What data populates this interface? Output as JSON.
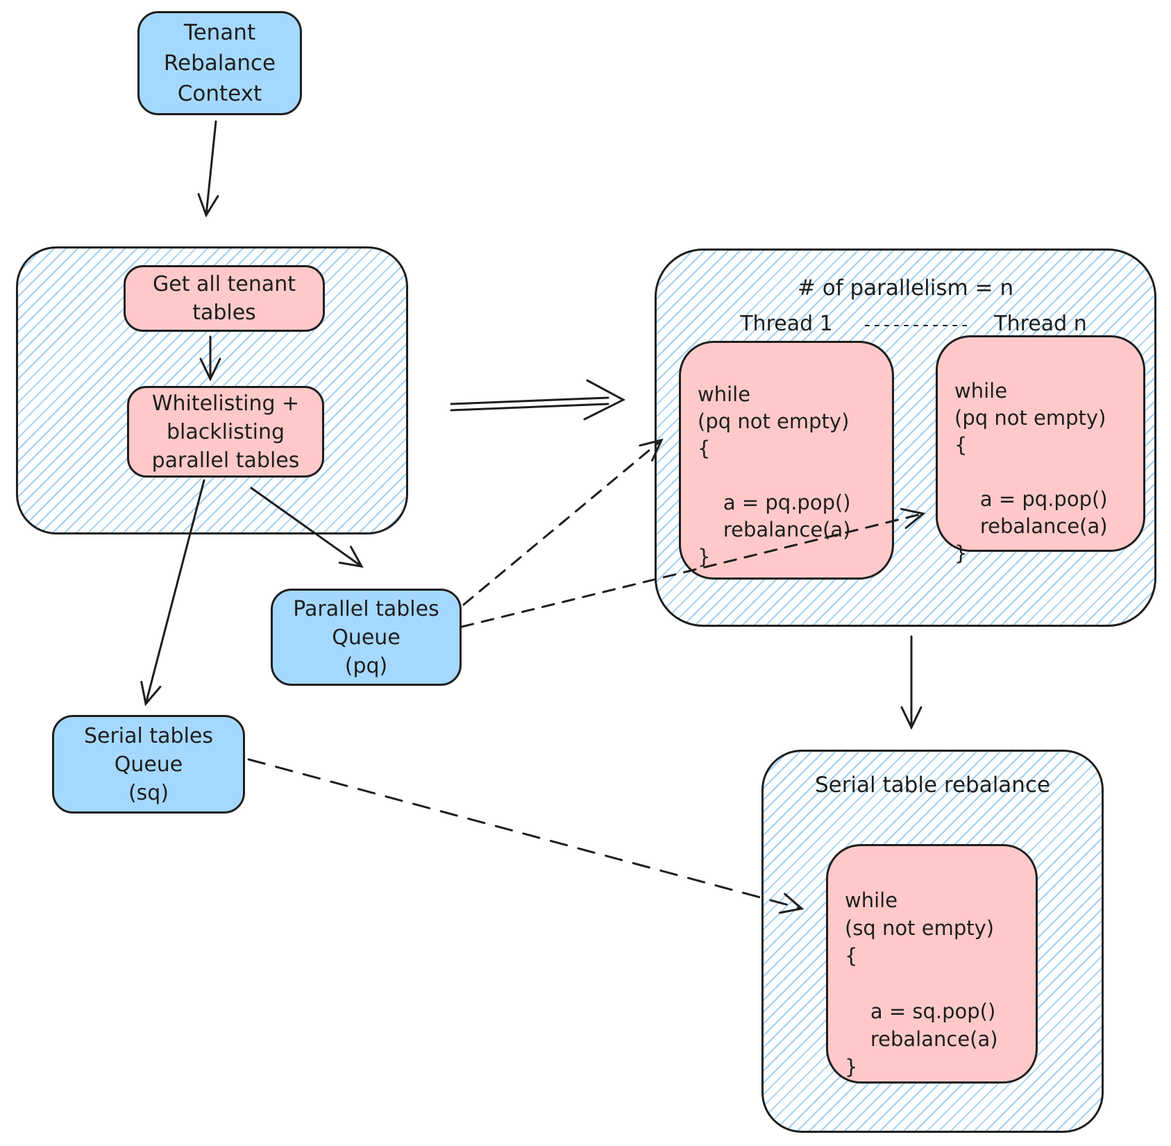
{
  "colors": {
    "blue_fill": "#a5d8ff",
    "pink_fill": "#ffc9c9",
    "stroke": "#1e1e1e",
    "hatch_blue": "#90c8f3"
  },
  "nodes": {
    "tenant_context": {
      "label": "Tenant\nRebalance\nContext"
    },
    "prep": {
      "get_tables_label": "Get all tenant\ntables",
      "whitelist_label": "Whitelisting +\nblacklisting\nparallel tables"
    },
    "parallel_queue": {
      "label": "Parallel tables\nQueue\n(pq)"
    },
    "serial_queue": {
      "label": "Serial tables\nQueue\n(sq)"
    },
    "parallel_workers": {
      "title": "# of parallelism = n",
      "thread1_label": "Thread 1",
      "separator": "-----------",
      "threadn_label": "Thread n",
      "thread1_code": "while\n(pq not empty)\n{\n\n    a = pq.pop()\n    rebalance(a)\n}",
      "threadn_code": "while\n(pq not empty)\n{\n\n    a = pq.pop()\n    rebalance(a)\n}"
    },
    "serial_rebalance": {
      "title": "Serial table rebalance",
      "code": "while\n(sq not empty)\n{\n\n    a = sq.pop()\n    rebalance(a)\n}"
    }
  }
}
